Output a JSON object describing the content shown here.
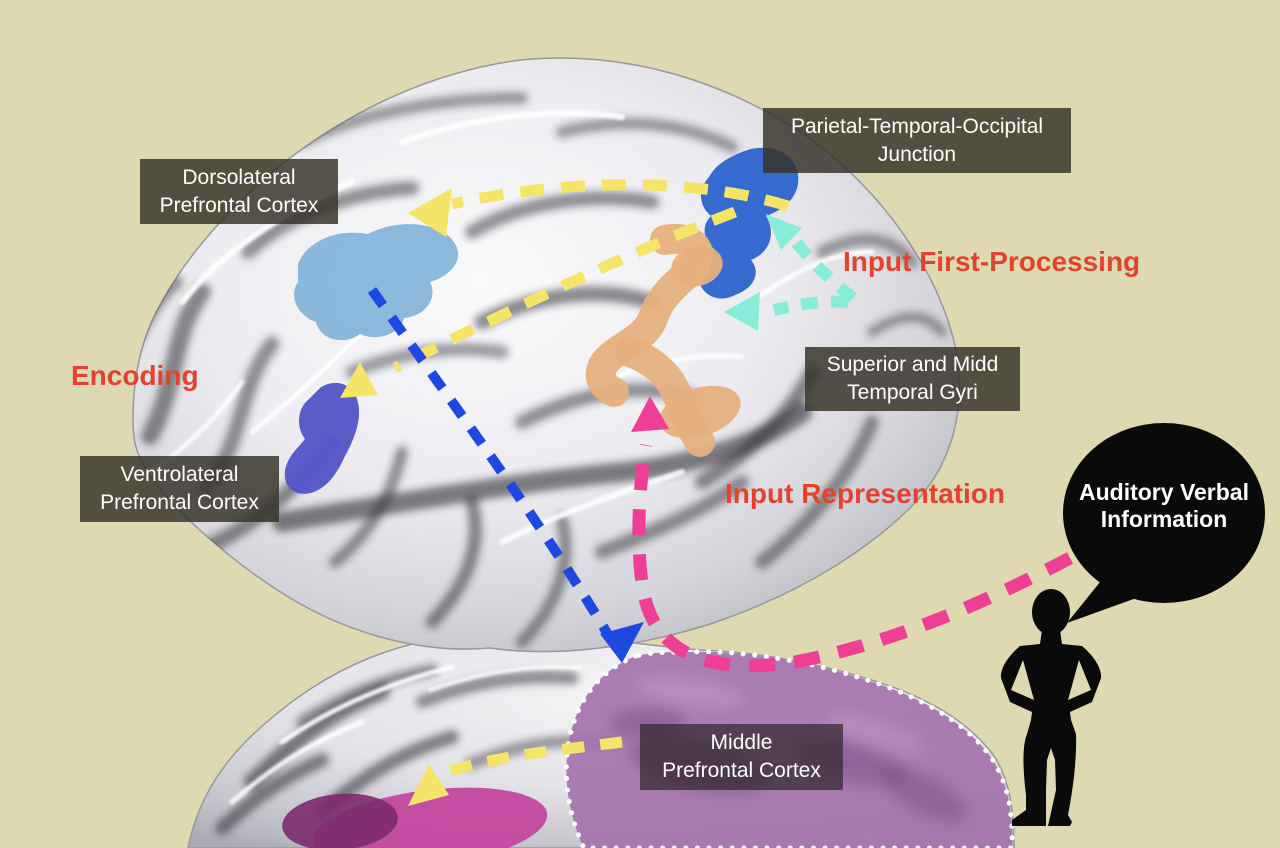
{
  "colors": {
    "background": "#ded9b1",
    "label_box_bg": "rgba(55,51,42,0.84)",
    "label_text": "#ffffff",
    "annotation_red": "#e2432e",
    "arrow_yellow": "#f4e468",
    "arrow_blue": "#1d49e0",
    "arrow_cyan": "#87ecd8",
    "arrow_pink": "#ee3f94",
    "region_dlpfc": "#82b2d8",
    "region_pto": "#2c63cd",
    "region_vlpfc": "#5254c6",
    "region_stg": "#e6b07e",
    "region_middle_pfc": "#a472ab",
    "region_magenta": "#c2479f",
    "bubble_bg": "#0a0a0a",
    "bubble_text": "#ffffff",
    "person": "#0a0a0a"
  },
  "region_labels": [
    {
      "name": "dorsolateral-prefrontal-cortex",
      "text": "Dorsolateral\nPrefrontal Cortex"
    },
    {
      "name": "parietal-temporal-occipital-junction",
      "text": "Parietal-Temporal-Occipital\nJunction"
    },
    {
      "name": "superior-and-middle-temporal-gyri",
      "text": "Superior and Midd\nTemporal Gyri"
    },
    {
      "name": "ventrolateral-prefrontal-cortex",
      "text": "Ventrolateral\nPrefrontal Cortex"
    },
    {
      "name": "middle-prefrontal-cortex",
      "text": "Middle\nPrefrontal Cortex"
    }
  ],
  "process_annotations": [
    {
      "name": "encoding",
      "text": "Encoding"
    },
    {
      "name": "input-first-processing",
      "text": "Input First-Processing"
    },
    {
      "name": "input-representation",
      "text": "Input Representation"
    }
  ],
  "speech_bubble": {
    "text": "Auditory Verbal\nInformation"
  }
}
